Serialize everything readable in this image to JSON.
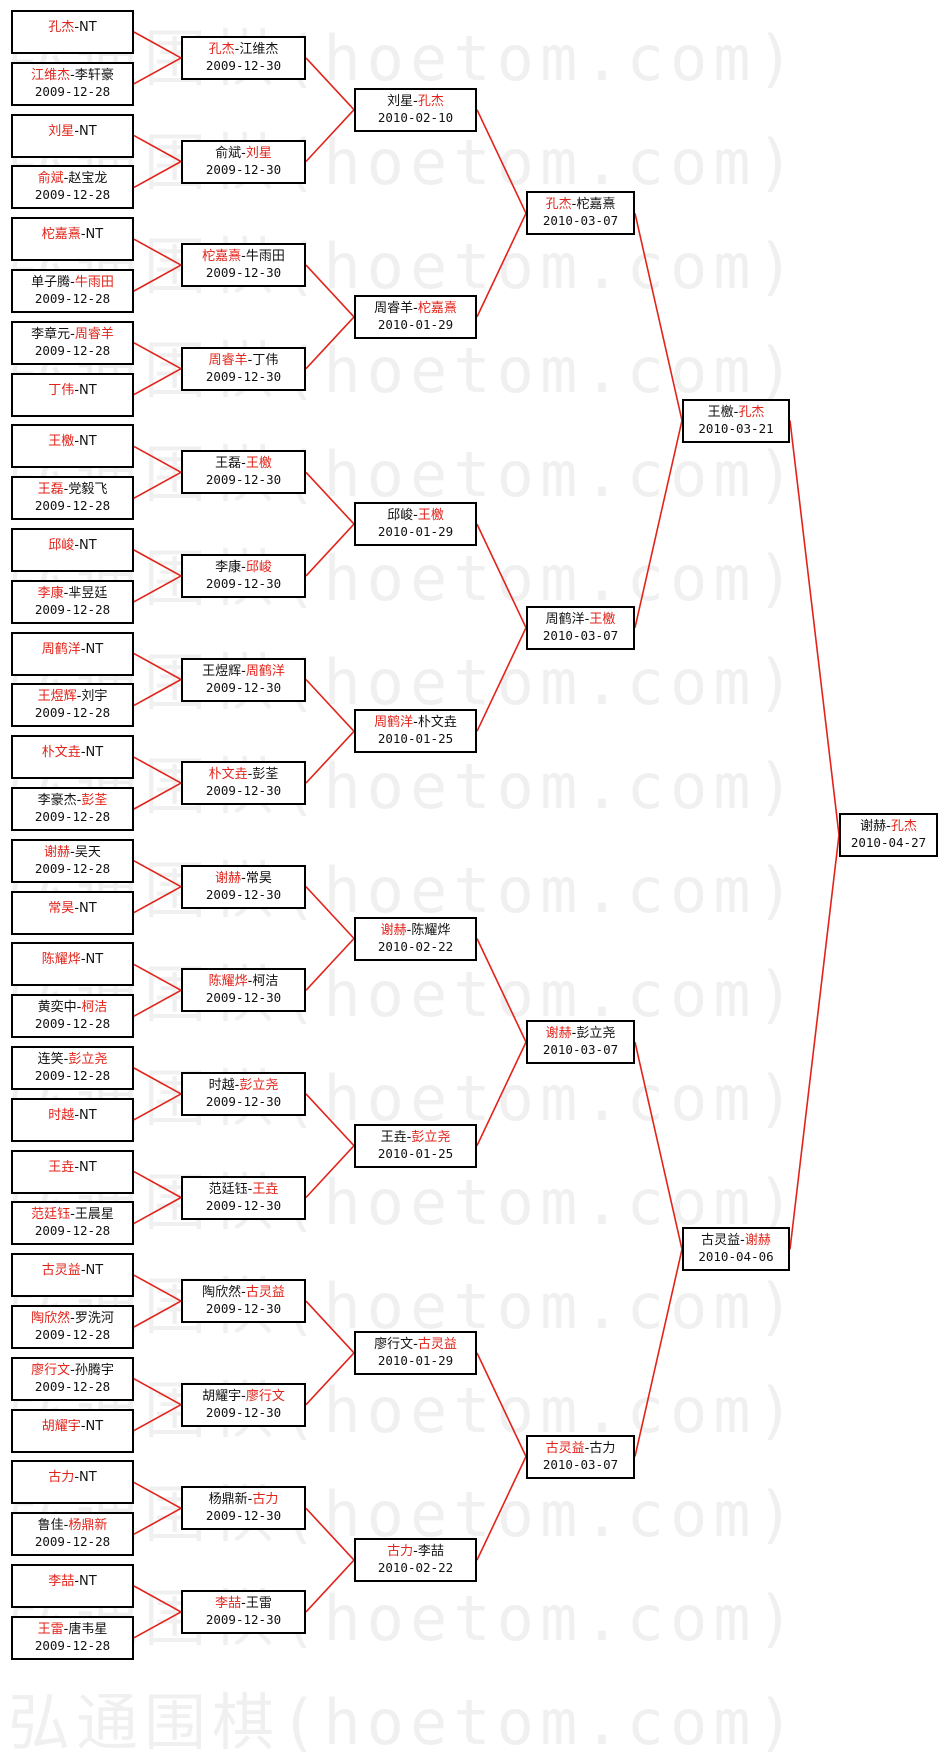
{
  "watermark": "弘通围棋(hoetom.com)",
  "colors": {
    "winner": "#e2231a",
    "line": "#e2231a",
    "border": "#000000"
  },
  "rounds": [
    {
      "round": 1,
      "matches": [
        {
          "p1": "孔杰",
          "p2": "NT",
          "w": 1,
          "date": ""
        },
        {
          "p1": "江维杰",
          "p2": "李轩豪",
          "w": 1,
          "date": "2009-12-28"
        },
        {
          "p1": "刘星",
          "p2": "NT",
          "w": 1,
          "date": ""
        },
        {
          "p1": "俞斌",
          "p2": "赵宝龙",
          "w": 1,
          "date": "2009-12-28"
        },
        {
          "p1": "柁嘉熹",
          "p2": "NT",
          "w": 1,
          "date": ""
        },
        {
          "p1": "单子腾",
          "p2": "牛雨田",
          "w": 2,
          "date": "2009-12-28"
        },
        {
          "p1": "李章元",
          "p2": "周睿羊",
          "w": 2,
          "date": "2009-12-28"
        },
        {
          "p1": "丁伟",
          "p2": "NT",
          "w": 1,
          "date": ""
        },
        {
          "p1": "王檄",
          "p2": "NT",
          "w": 1,
          "date": ""
        },
        {
          "p1": "王磊",
          "p2": "党毅飞",
          "w": 1,
          "date": "2009-12-28"
        },
        {
          "p1": "邱峻",
          "p2": "NT",
          "w": 1,
          "date": ""
        },
        {
          "p1": "李康",
          "p2": "芈昱廷",
          "w": 1,
          "date": "2009-12-28"
        },
        {
          "p1": "周鹤洋",
          "p2": "NT",
          "w": 1,
          "date": ""
        },
        {
          "p1": "王煜辉",
          "p2": "刘宇",
          "w": 1,
          "date": "2009-12-28"
        },
        {
          "p1": "朴文垚",
          "p2": "NT",
          "w": 1,
          "date": ""
        },
        {
          "p1": "李豪杰",
          "p2": "彭荃",
          "w": 2,
          "date": "2009-12-28"
        },
        {
          "p1": "谢赫",
          "p2": "吴天",
          "w": 1,
          "date": "2009-12-28"
        },
        {
          "p1": "常昊",
          "p2": "NT",
          "w": 1,
          "date": ""
        },
        {
          "p1": "陈耀烨",
          "p2": "NT",
          "w": 1,
          "date": ""
        },
        {
          "p1": "黄奕中",
          "p2": "柯洁",
          "w": 2,
          "date": "2009-12-28"
        },
        {
          "p1": "连笑",
          "p2": "彭立尧",
          "w": 2,
          "date": "2009-12-28"
        },
        {
          "p1": "时越",
          "p2": "NT",
          "w": 1,
          "date": ""
        },
        {
          "p1": "王垚",
          "p2": "NT",
          "w": 1,
          "date": ""
        },
        {
          "p1": "范廷钰",
          "p2": "王晨星",
          "w": 1,
          "date": "2009-12-28"
        },
        {
          "p1": "古灵益",
          "p2": "NT",
          "w": 1,
          "date": ""
        },
        {
          "p1": "陶欣然",
          "p2": "罗洗河",
          "w": 1,
          "date": "2009-12-28"
        },
        {
          "p1": "廖行文",
          "p2": "孙腾宇",
          "w": 1,
          "date": "2009-12-28"
        },
        {
          "p1": "胡耀宇",
          "p2": "NT",
          "w": 1,
          "date": ""
        },
        {
          "p1": "古力",
          "p2": "NT",
          "w": 1,
          "date": ""
        },
        {
          "p1": "鲁佳",
          "p2": "杨鼎新",
          "w": 2,
          "date": "2009-12-28"
        },
        {
          "p1": "李喆",
          "p2": "NT",
          "w": 1,
          "date": ""
        },
        {
          "p1": "王雷",
          "p2": "唐韦星",
          "w": 1,
          "date": "2009-12-28"
        }
      ]
    },
    {
      "round": 2,
      "matches": [
        {
          "p1": "孔杰",
          "p2": "江维杰",
          "w": 1,
          "date": "2009-12-30"
        },
        {
          "p1": "俞斌",
          "p2": "刘星",
          "w": 2,
          "date": "2009-12-30"
        },
        {
          "p1": "柁嘉熹",
          "p2": "牛雨田",
          "w": 1,
          "date": "2009-12-30"
        },
        {
          "p1": "周睿羊",
          "p2": "丁伟",
          "w": 1,
          "date": "2009-12-30"
        },
        {
          "p1": "王磊",
          "p2": "王檄",
          "w": 2,
          "date": "2009-12-30"
        },
        {
          "p1": "李康",
          "p2": "邱峻",
          "w": 2,
          "date": "2009-12-30"
        },
        {
          "p1": "王煜辉",
          "p2": "周鹤洋",
          "w": 2,
          "date": "2009-12-30"
        },
        {
          "p1": "朴文垚",
          "p2": "彭荃",
          "w": 1,
          "date": "2009-12-30"
        },
        {
          "p1": "谢赫",
          "p2": "常昊",
          "w": 1,
          "date": "2009-12-30"
        },
        {
          "p1": "陈耀烨",
          "p2": "柯洁",
          "w": 1,
          "date": "2009-12-30"
        },
        {
          "p1": "时越",
          "p2": "彭立尧",
          "w": 2,
          "date": "2009-12-30"
        },
        {
          "p1": "范廷钰",
          "p2": "王垚",
          "w": 2,
          "date": "2009-12-30"
        },
        {
          "p1": "陶欣然",
          "p2": "古灵益",
          "w": 2,
          "date": "2009-12-30"
        },
        {
          "p1": "胡耀宇",
          "p2": "廖行文",
          "w": 2,
          "date": "2009-12-30"
        },
        {
          "p1": "杨鼎新",
          "p2": "古力",
          "w": 2,
          "date": "2009-12-30"
        },
        {
          "p1": "李喆",
          "p2": "王雷",
          "w": 1,
          "date": "2009-12-30"
        }
      ]
    },
    {
      "round": 3,
      "matches": [
        {
          "p1": "刘星",
          "p2": "孔杰",
          "w": 2,
          "date": "2010-02-10"
        },
        {
          "p1": "周睿羊",
          "p2": "柁嘉熹",
          "w": 2,
          "date": "2010-01-29"
        },
        {
          "p1": "邱峻",
          "p2": "王檄",
          "w": 2,
          "date": "2010-01-29"
        },
        {
          "p1": "周鹤洋",
          "p2": "朴文垚",
          "w": 1,
          "date": "2010-01-25"
        },
        {
          "p1": "谢赫",
          "p2": "陈耀烨",
          "w": 1,
          "date": "2010-02-22"
        },
        {
          "p1": "王垚",
          "p2": "彭立尧",
          "w": 2,
          "date": "2010-01-25"
        },
        {
          "p1": "廖行文",
          "p2": "古灵益",
          "w": 2,
          "date": "2010-01-29"
        },
        {
          "p1": "古力",
          "p2": "李喆",
          "w": 1,
          "date": "2010-02-22"
        }
      ]
    },
    {
      "round": 4,
      "matches": [
        {
          "p1": "孔杰",
          "p2": "柁嘉熹",
          "w": 1,
          "date": "2010-03-07"
        },
        {
          "p1": "周鹤洋",
          "p2": "王檄",
          "w": 2,
          "date": "2010-03-07"
        },
        {
          "p1": "谢赫",
          "p2": "彭立尧",
          "w": 1,
          "date": "2010-03-07"
        },
        {
          "p1": "古灵益",
          "p2": "古力",
          "w": 1,
          "date": "2010-03-07"
        }
      ]
    },
    {
      "round": 5,
      "matches": [
        {
          "p1": "王檄",
          "p2": "孔杰",
          "w": 2,
          "date": "2010-03-21"
        },
        {
          "p1": "古灵益",
          "p2": "谢赫",
          "w": 2,
          "date": "2010-04-06"
        }
      ]
    },
    {
      "round": 6,
      "matches": [
        {
          "p1": "谢赫",
          "p2": "孔杰",
          "w": 2,
          "date": "2010-04-27"
        }
      ]
    }
  ]
}
